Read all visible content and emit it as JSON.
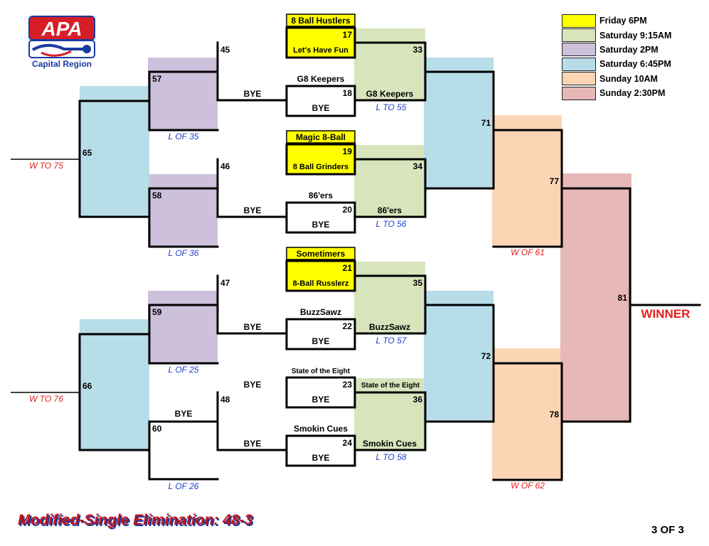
{
  "logo": {
    "brand": "APA",
    "region": "Capital Region"
  },
  "legend": [
    {
      "label": "Friday 6PM",
      "color": "#ffff00"
    },
    {
      "label": "Saturday 9:15AM",
      "color": "#d7e4bc"
    },
    {
      "label": "Saturday 2PM",
      "color": "#ccc0da"
    },
    {
      "label": "Saturday 6:45PM",
      "color": "#b7dde8"
    },
    {
      "label": "Sunday 10AM",
      "color": "#fcd5b4"
    },
    {
      "label": "Sunday 2:30PM",
      "color": "#e6b8b7"
    }
  ],
  "matches": {
    "m17": {
      "num": "17",
      "top": "8 Ball Hustlers",
      "bottom": "Let's Have Fun"
    },
    "m18": {
      "num": "18",
      "top": "G8 Keepers",
      "bottom": "BYE"
    },
    "m19": {
      "num": "19",
      "top": "Magic 8-Ball",
      "bottom": "8 Ball Grinders"
    },
    "m20": {
      "num": "20",
      "top": "86'ers",
      "bottom": "BYE"
    },
    "m21": {
      "num": "21",
      "top": "Sometimers",
      "bottom": "8-Ball Russlerz"
    },
    "m22": {
      "num": "22",
      "top": "BuzzSawz",
      "bottom": "BYE"
    },
    "m23": {
      "num": "23",
      "top": "State of the Eight",
      "bottom": "BYE"
    },
    "m24": {
      "num": "24",
      "top": "Smokin Cues",
      "bottom": "BYE"
    },
    "m33": {
      "num": "33",
      "bottom": "G8 Keepers",
      "note": "L TO 55"
    },
    "m34": {
      "num": "34",
      "bottom": "86'ers",
      "note": "L TO 56"
    },
    "m35": {
      "num": "35",
      "bottom": "BuzzSawz",
      "note": "L TO 57"
    },
    "m36": {
      "num": "36",
      "top": "State of the Eight",
      "bottom": "Smokin Cues",
      "note": "L TO 58"
    },
    "m45": {
      "num": "45",
      "bottom": "BYE"
    },
    "m46": {
      "num": "46",
      "bottom": "BYE"
    },
    "m47": {
      "num": "47",
      "bottom": "BYE"
    },
    "m48": {
      "num": "48",
      "top": "BYE",
      "bottom": "BYE"
    },
    "m57": {
      "num": "57",
      "note": "L OF 35"
    },
    "m58": {
      "num": "58",
      "note": "L OF 36"
    },
    "m59": {
      "num": "59",
      "note": "L OF 25"
    },
    "m60": {
      "num": "60",
      "top": "BYE",
      "note": "L OF 26"
    },
    "m65": {
      "num": "65",
      "note": "W TO 75"
    },
    "m66": {
      "num": "66",
      "note": "W TO 76"
    },
    "m71": {
      "num": "71"
    },
    "m72": {
      "num": "72"
    },
    "m77": {
      "num": "77",
      "note": "W OF 61"
    },
    "m78": {
      "num": "78",
      "note": "W OF 62"
    },
    "m81": {
      "num": "81",
      "winner": "WINNER"
    }
  },
  "footer": {
    "title": "Modified-Single Elimination: 48-3",
    "page": "3 OF 3"
  }
}
